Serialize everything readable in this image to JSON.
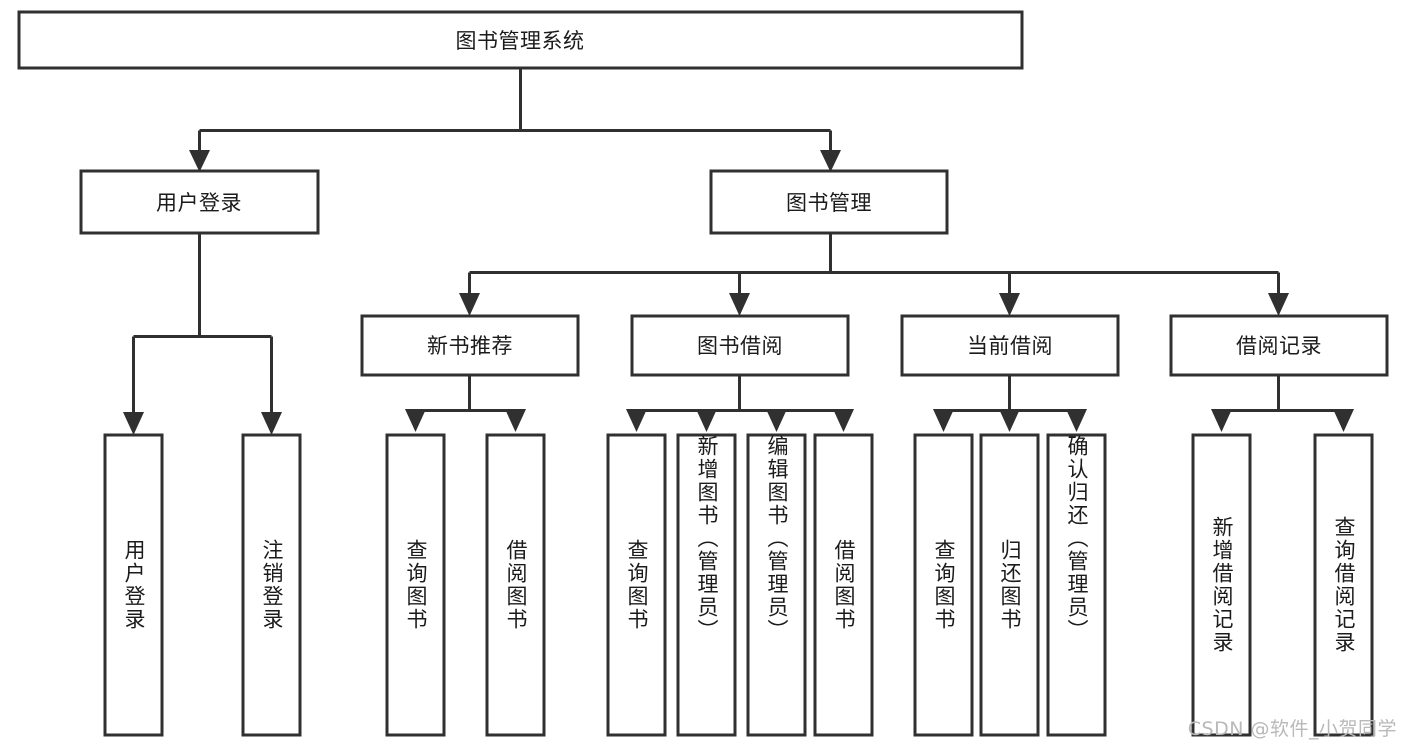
{
  "diagram": {
    "type": "tree-hierarchy",
    "title": "图书管理系统",
    "watermark": "CSDN @软件_小贺同学",
    "colors": {
      "background": "#ffffff",
      "stroke": "#303030",
      "text": "#1b1b1b",
      "watermark": "#b9b9b9"
    },
    "levels": {
      "root": {
        "label": "图书管理系统"
      },
      "level2": [
        {
          "id": "user-login",
          "label": "用户登录"
        },
        {
          "id": "book-management",
          "label": "图书管理"
        }
      ],
      "level3": [
        {
          "id": "new-book-recommend",
          "label": "新书推荐",
          "parent": "book-management"
        },
        {
          "id": "book-borrow",
          "label": "图书借阅",
          "parent": "book-management"
        },
        {
          "id": "current-borrow",
          "label": "当前借阅",
          "parent": "book-management"
        },
        {
          "id": "borrow-record",
          "label": "借阅记录",
          "parent": "book-management"
        }
      ],
      "leaves": [
        {
          "id": "leaf-user-login",
          "label": "用户登录",
          "parent": "user-login"
        },
        {
          "id": "leaf-logout-login",
          "label": "注销登录",
          "parent": "user-login"
        },
        {
          "id": "leaf-query-book-1",
          "label": "查询图书",
          "parent": "new-book-recommend"
        },
        {
          "id": "leaf-borrow-book-1",
          "label": "借阅图书",
          "parent": "new-book-recommend"
        },
        {
          "id": "leaf-query-book-2",
          "label": "查询图书",
          "parent": "book-borrow"
        },
        {
          "id": "leaf-add-book",
          "label": "新增图书（管理员）",
          "parent": "book-borrow"
        },
        {
          "id": "leaf-edit-book",
          "label": "编辑图书（管理员）",
          "parent": "book-borrow"
        },
        {
          "id": "leaf-borrow-book-2",
          "label": "借阅图书",
          "parent": "book-borrow"
        },
        {
          "id": "leaf-query-book-3",
          "label": "查询图书",
          "parent": "current-borrow"
        },
        {
          "id": "leaf-return-book",
          "label": "归还图书",
          "parent": "current-borrow"
        },
        {
          "id": "leaf-confirm-return",
          "label": "确认归还（管理员）",
          "parent": "current-borrow"
        },
        {
          "id": "leaf-add-record",
          "label": "新增借阅记录",
          "parent": "borrow-record"
        },
        {
          "id": "leaf-query-record",
          "label": "查询借阅记录",
          "parent": "borrow-record"
        }
      ]
    }
  }
}
